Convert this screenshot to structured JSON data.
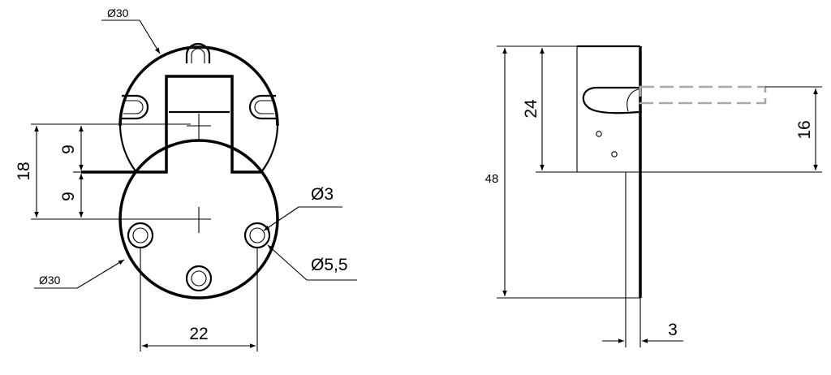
{
  "front_view": {
    "top_circle_label": "Ø30",
    "bottom_circle_label": "Ø30",
    "dim_height_total": "18",
    "dim_upper_half": "9",
    "dim_lower_half": "9",
    "dim_hole_spacing": "22",
    "small_hole_label": "Ø3",
    "large_hole_label": "Ø5,5"
  },
  "side_view": {
    "dim_total_height": "48",
    "dim_upper_height": "24",
    "dim_offset": "16",
    "dim_thickness": "3"
  }
}
